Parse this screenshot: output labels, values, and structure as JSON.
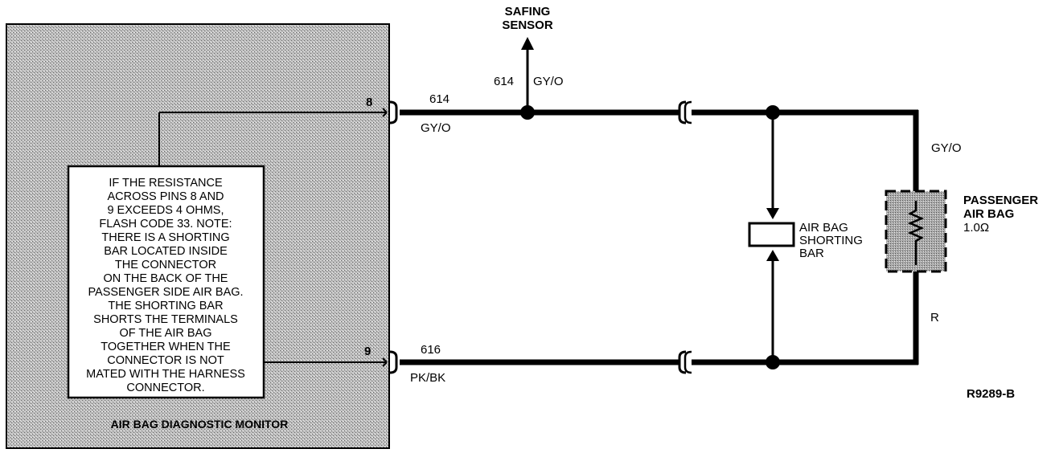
{
  "monitor": {
    "title": "AIR BAG DIAGNOSTIC MONITOR",
    "note_lines": [
      "IF THE RESISTANCE",
      "ACROSS PINS 8 AND",
      "9 EXCEEDS 4 OHMS,",
      "FLASH CODE 33. NOTE:",
      "THERE IS A SHORTING",
      "BAR LOCATED INSIDE",
      "THE CONNECTOR",
      "ON THE BACK OF THE",
      "PASSENGER SIDE AIR BAG.",
      "THE SHORTING BAR",
      "SHORTS THE TERMINALS",
      "OF THE AIR BAG",
      "TOGETHER WHEN THE",
      "CONNECTOR IS NOT",
      "MATED WITH THE HARNESS",
      "CONNECTOR."
    ],
    "pin_top": "8",
    "pin_bottom": "9"
  },
  "safing_sensor": {
    "label_line1": "SAFING",
    "label_line2": "SENSOR",
    "circuit": "614",
    "color": "GY/O"
  },
  "top_wire": {
    "circuit": "614",
    "color": "GY/O"
  },
  "bottom_wire": {
    "circuit": "616",
    "color": "PK/BK"
  },
  "right_wire": {
    "top_color": "GY/O",
    "bottom_color": "R"
  },
  "shorting_bar": {
    "line1": "AIR BAG",
    "line2": "SHORTING",
    "line3": "BAR"
  },
  "passenger_air_bag": {
    "line1": "PASSENGER",
    "line2": "AIR BAG",
    "resistance": "1.0Ω"
  },
  "figure_id": "R9289-B"
}
